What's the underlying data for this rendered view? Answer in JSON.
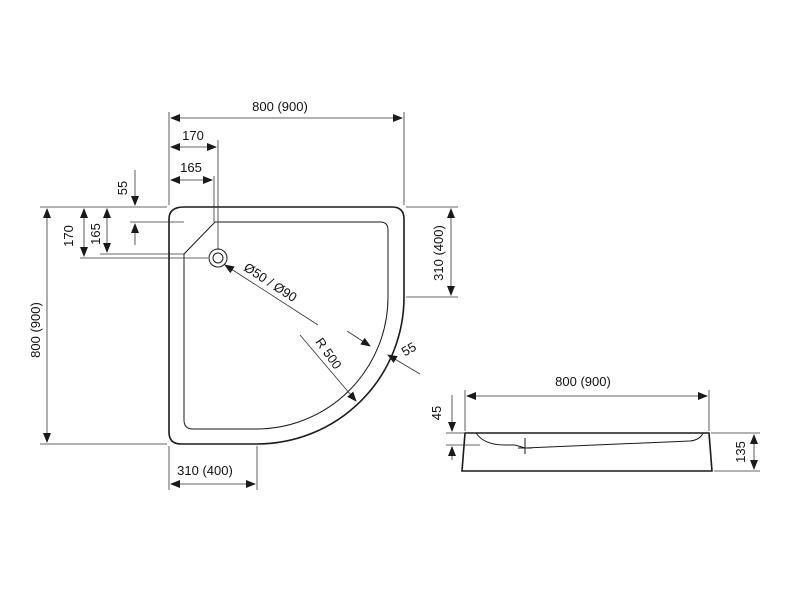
{
  "plan_view": {
    "dimensions": {
      "top_width": "800 (900)",
      "offset_170_h": "170",
      "offset_165_h": "165",
      "offset_55_v": "55",
      "offset_170_v": "170",
      "offset_165_v": "165",
      "left_height": "800 (900)",
      "right_straight": "310 (400)",
      "bottom_straight": "310 (400)",
      "drain": "Ø50 / Ø90",
      "radius": "R 500",
      "rim": "55"
    }
  },
  "side_view": {
    "dimensions": {
      "width": "800 (900)",
      "depth_45": "45",
      "height_135": "135"
    }
  }
}
